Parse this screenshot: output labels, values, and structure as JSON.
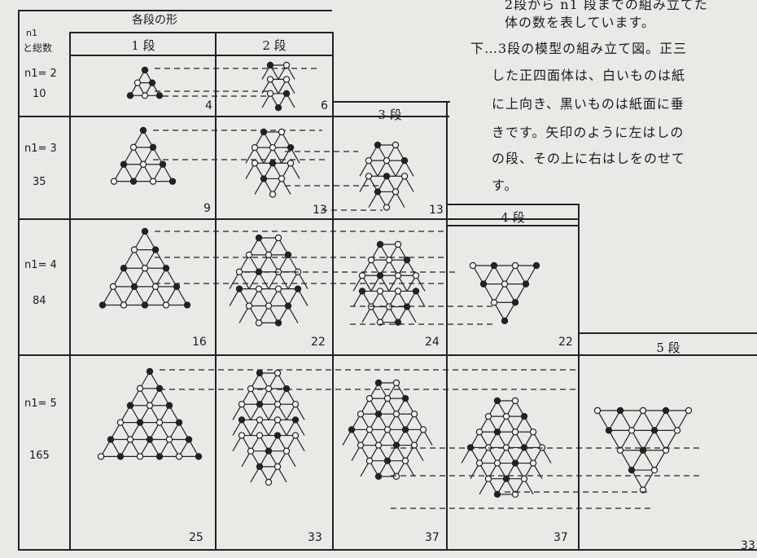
{
  "header": {
    "shape_title": "各段の形",
    "n_label": "n1",
    "total_label": "と総数",
    "stage_labels": [
      "1 段",
      "2 段",
      "3 段",
      "4 段",
      "5 段"
    ]
  },
  "rows": [
    {
      "n_label": "n1= 2",
      "total": "10",
      "counts": [
        "4",
        "6"
      ]
    },
    {
      "n_label": "n1= 3",
      "total": "35",
      "counts": [
        "9",
        "13",
        "13"
      ]
    },
    {
      "n_label": "n1= 4",
      "total": "84",
      "counts": [
        "16",
        "22",
        "24",
        "22"
      ]
    },
    {
      "n_label": "n1= 5",
      "total": "165",
      "counts": [
        "25",
        "33",
        "37",
        "37",
        "33"
      ]
    }
  ],
  "text_lines": [
    "2段から n1 段までの組み立てた",
    "体の数を表しています。",
    "下…3段の模型の組み立て図。正三",
    "した正四面体は、白いものは紙",
    "に上向き、黒いものは紙面に垂",
    "きです。矢印のように左はしの",
    "の段、その上に右はしをのせて",
    "す。"
  ]
}
